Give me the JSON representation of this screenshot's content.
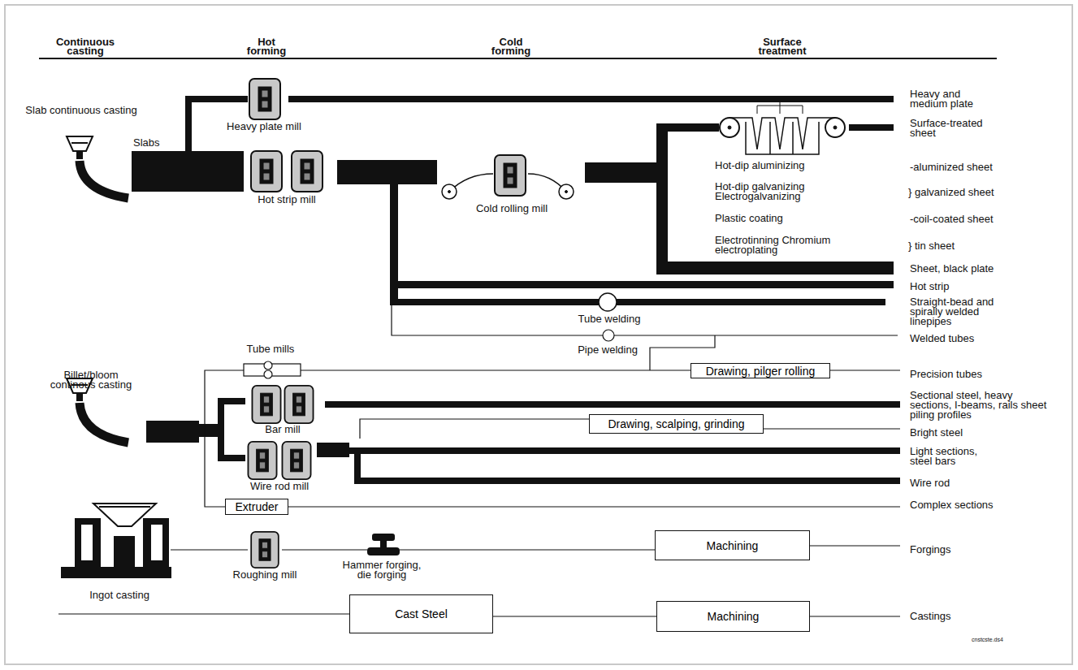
{
  "diagram": {
    "nodes": [
      {
        "text": [
          "Drawing, pilger rolling"
        ]
      },
      {
        "text": [
          "Drawing, scalping, grinding"
        ]
      },
      {
        "text": [
          "Extruder"
        ]
      },
      {
        "text": [
          "Machining"
        ]
      },
      {
        "text": [
          "Cast Steel"
        ]
      },
      {
        "text": [
          "Machining"
        ]
      }
    ],
    "edges": [
      {
        "from": 4,
        "to": 5,
        "arrow": "none"
      }
    ],
    "labels": [
      "Continuous casting",
      "Hot forming",
      "Cold forming",
      "Surface treatment",
      "Slab continuous casting",
      "Slabs",
      "Heavy plate mill",
      "Hot strip mill",
      "Cold rolling mill",
      "Hot-dip aluminizing",
      "Hot-dip galvanizing Electrogalvanizing",
      "Plastic coating",
      "Electrotinning Chromium electroplating",
      "Heavy and medium plate",
      "Surface-treated sheet",
      "-aluminized sheet",
      "} galvanized sheet",
      "-coil-coated sheet",
      "} tin sheet",
      "Sheet, black plate",
      "Hot strip",
      "Straight-bead and spirally welded linepipes",
      "Tube welding",
      "Welded tubes",
      "Pipe welding",
      "Tube mills",
      "Billet/bloom continous casting",
      "Precision tubes",
      "Sectional steel, heavy sections, I-beams, rails sheet piling profiles",
      "Bar mill",
      "Bright steel",
      "Light sections, steel bars",
      "Wire rod mill",
      "Wire rod",
      "Complex sections",
      "Ingot casting",
      "Roughing mill",
      "Hammer forging, die forging",
      "Forgings",
      "Castings",
      "cnstcste.ds4"
    ]
  }
}
